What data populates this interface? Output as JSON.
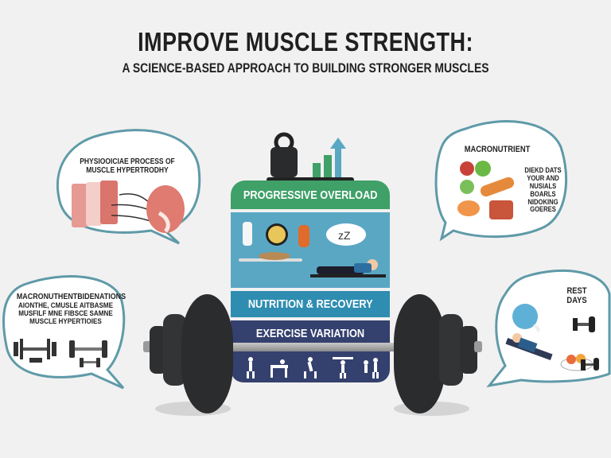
{
  "header": {
    "title": "IMPROVE MUSCLE STRENGTH:",
    "subtitle": "A SCIENCE-BASED APPROACH TO BUILDING STRONGER MUSCLES"
  },
  "bubbles": {
    "top_left": {
      "title_line1": "PHYSIOOICIAE PROCESS OF",
      "title_line2": "MUSCLE HYPERTRODHY"
    },
    "bottom_left": {
      "line1": "MACRONUTHENTBIDENATIONS",
      "line2": "AIONTHE, CMUSLE AITBASME",
      "line3": "MUSFILF MNE FIBSCE SAMNE",
      "line4": "MUSCLE HYPERTIOIES"
    },
    "top_right": {
      "title": "MACRONUTRIENT",
      "text_lines": [
        "DIEKD DATS",
        "YOUR AND",
        "NUSIALS",
        "BOARLS",
        "NIDOKING",
        "GOERES"
      ]
    },
    "bottom_right": {
      "title": "REST DAYS"
    }
  },
  "center_panel": {
    "sections": [
      {
        "label": "PROGRESSIVE OVERLOAD",
        "color": "#3fa068"
      },
      {
        "label": "NUTRITION & RECOVERY",
        "color": "#2e8db0"
      },
      {
        "label": "EXERCISE VARIATION",
        "color": "#34406e"
      }
    ],
    "sleep_text": "zZ"
  },
  "colors": {
    "background": "#f1f1f1",
    "bubble_border": "#5f9aa8",
    "green": "#3fa068",
    "light_blue": "#5aa7c4",
    "teal": "#2e8db0",
    "navy": "#34406e",
    "plate": "#2b2c2e",
    "bar": "#a0a0a0"
  }
}
